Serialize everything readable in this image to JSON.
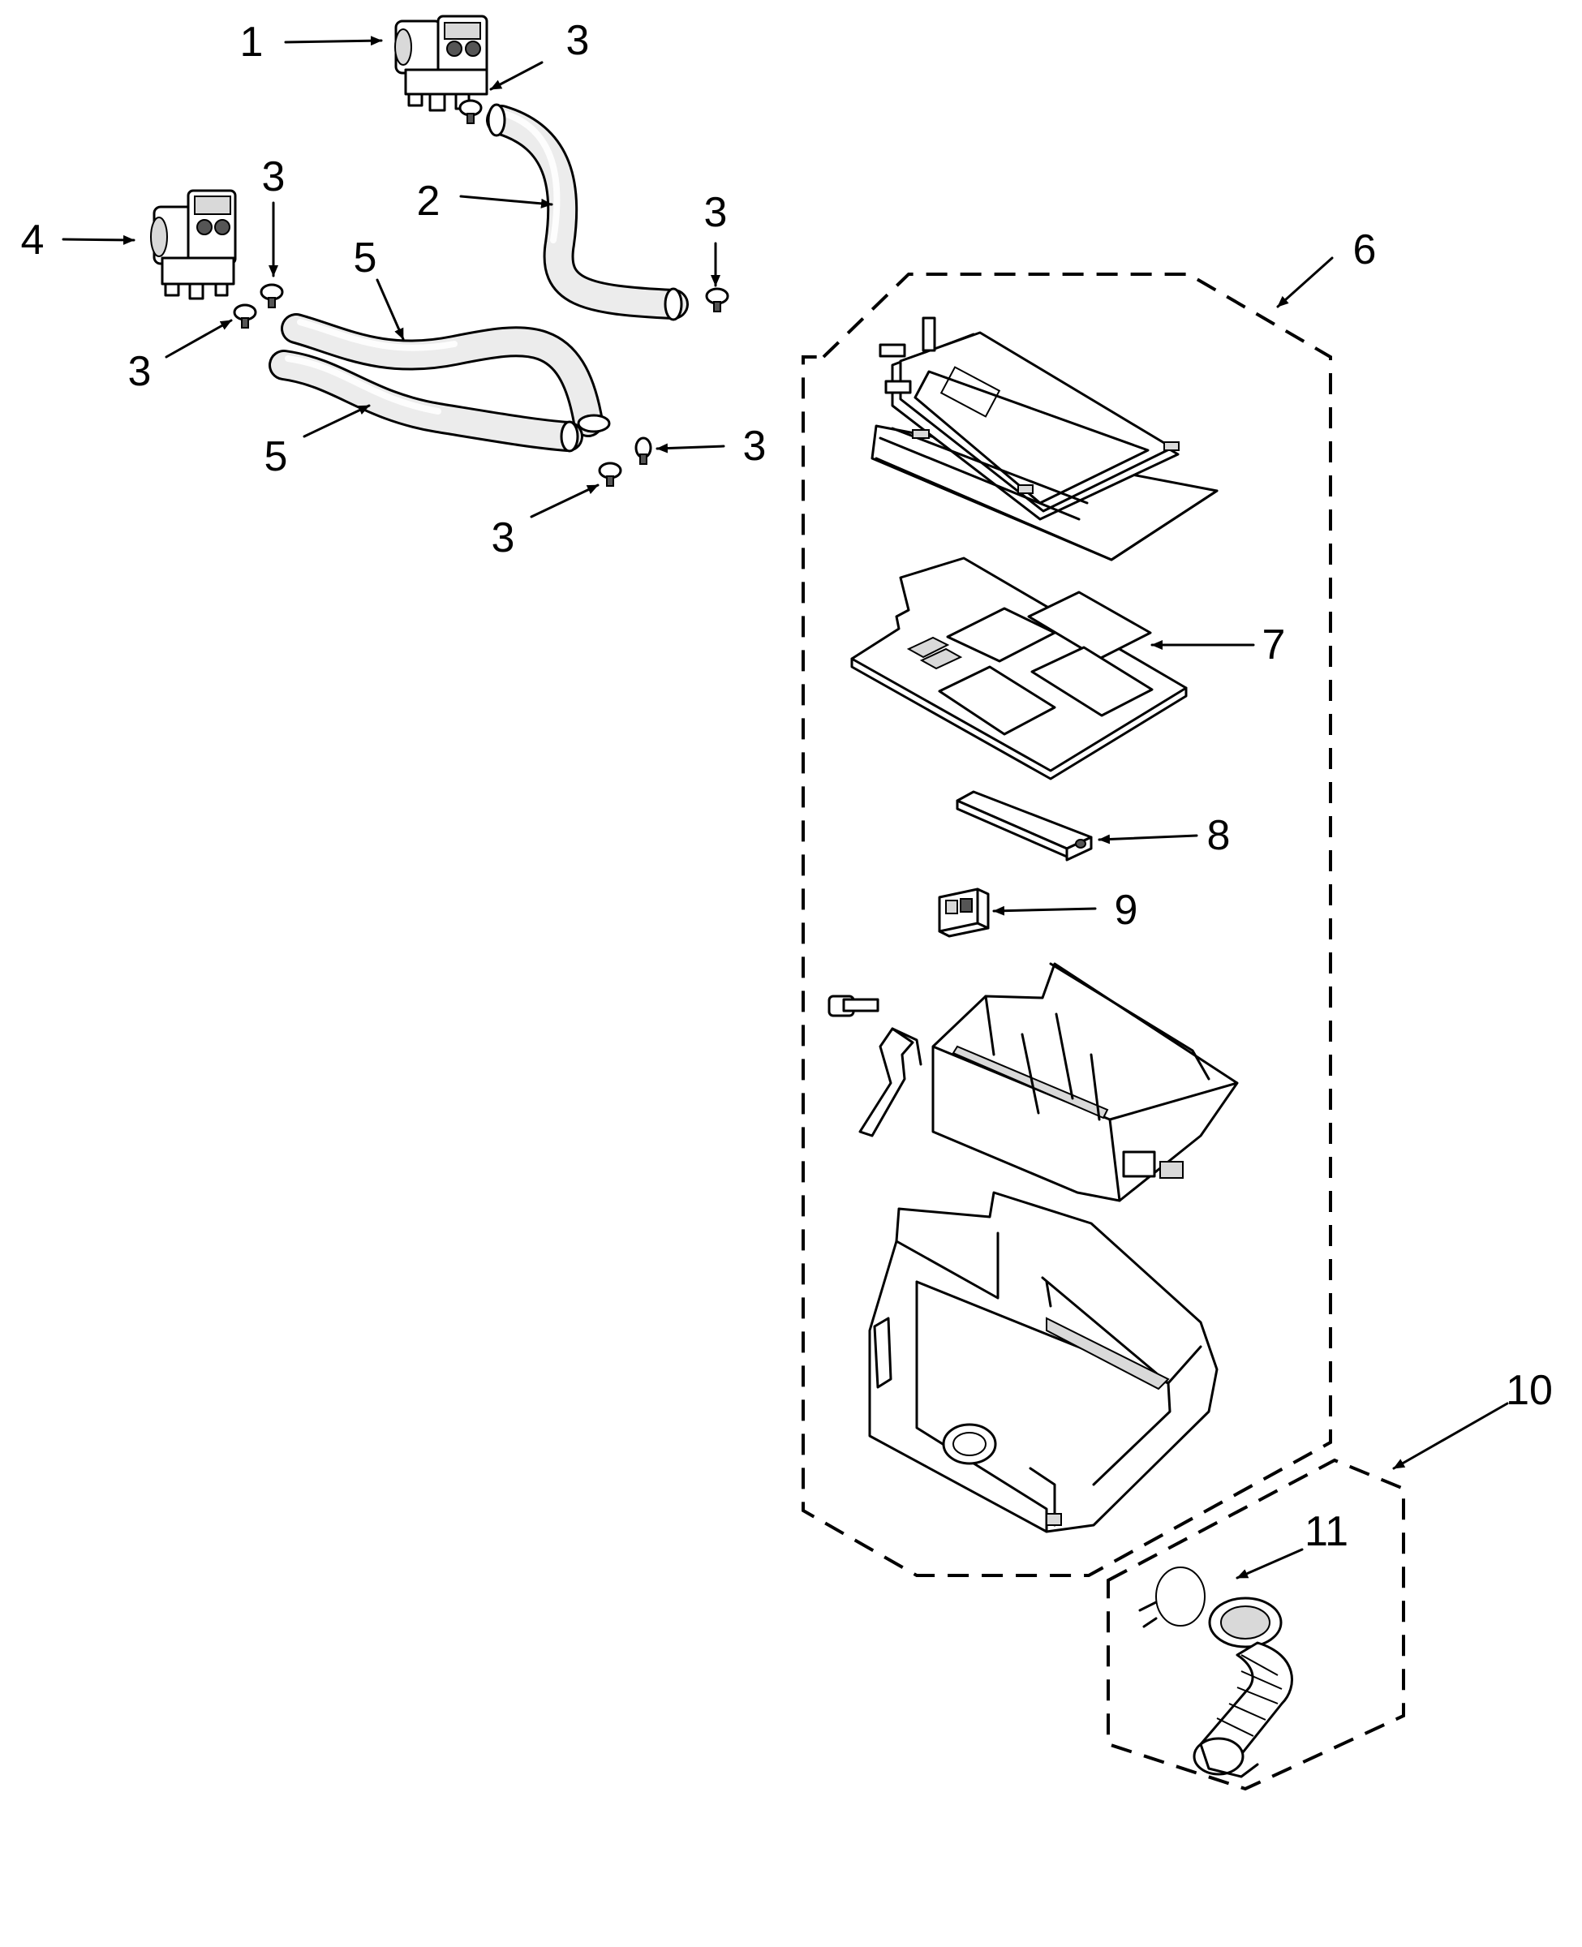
{
  "callouts": [
    {
      "id": "valve-1",
      "label": "1"
    },
    {
      "id": "clamp-3a",
      "label": "3"
    },
    {
      "id": "hose-2",
      "label": "2"
    },
    {
      "id": "clamp-3b",
      "label": "3"
    },
    {
      "id": "valve-4",
      "label": "4"
    },
    {
      "id": "clamp-3c",
      "label": "3"
    },
    {
      "id": "hose-5a",
      "label": "5"
    },
    {
      "id": "clamp-3d",
      "label": "3"
    },
    {
      "id": "hose-5b",
      "label": "5"
    },
    {
      "id": "clamp-3e",
      "label": "3"
    },
    {
      "id": "clamp-3f",
      "label": "3"
    },
    {
      "id": "dispenser-assembly-6",
      "label": "6"
    },
    {
      "id": "dispenser-cover-7",
      "label": "7"
    },
    {
      "id": "part-8",
      "label": "8"
    },
    {
      "id": "part-9",
      "label": "9"
    },
    {
      "id": "hose-kit-10",
      "label": "10"
    },
    {
      "id": "clamp-11",
      "label": "11"
    }
  ]
}
